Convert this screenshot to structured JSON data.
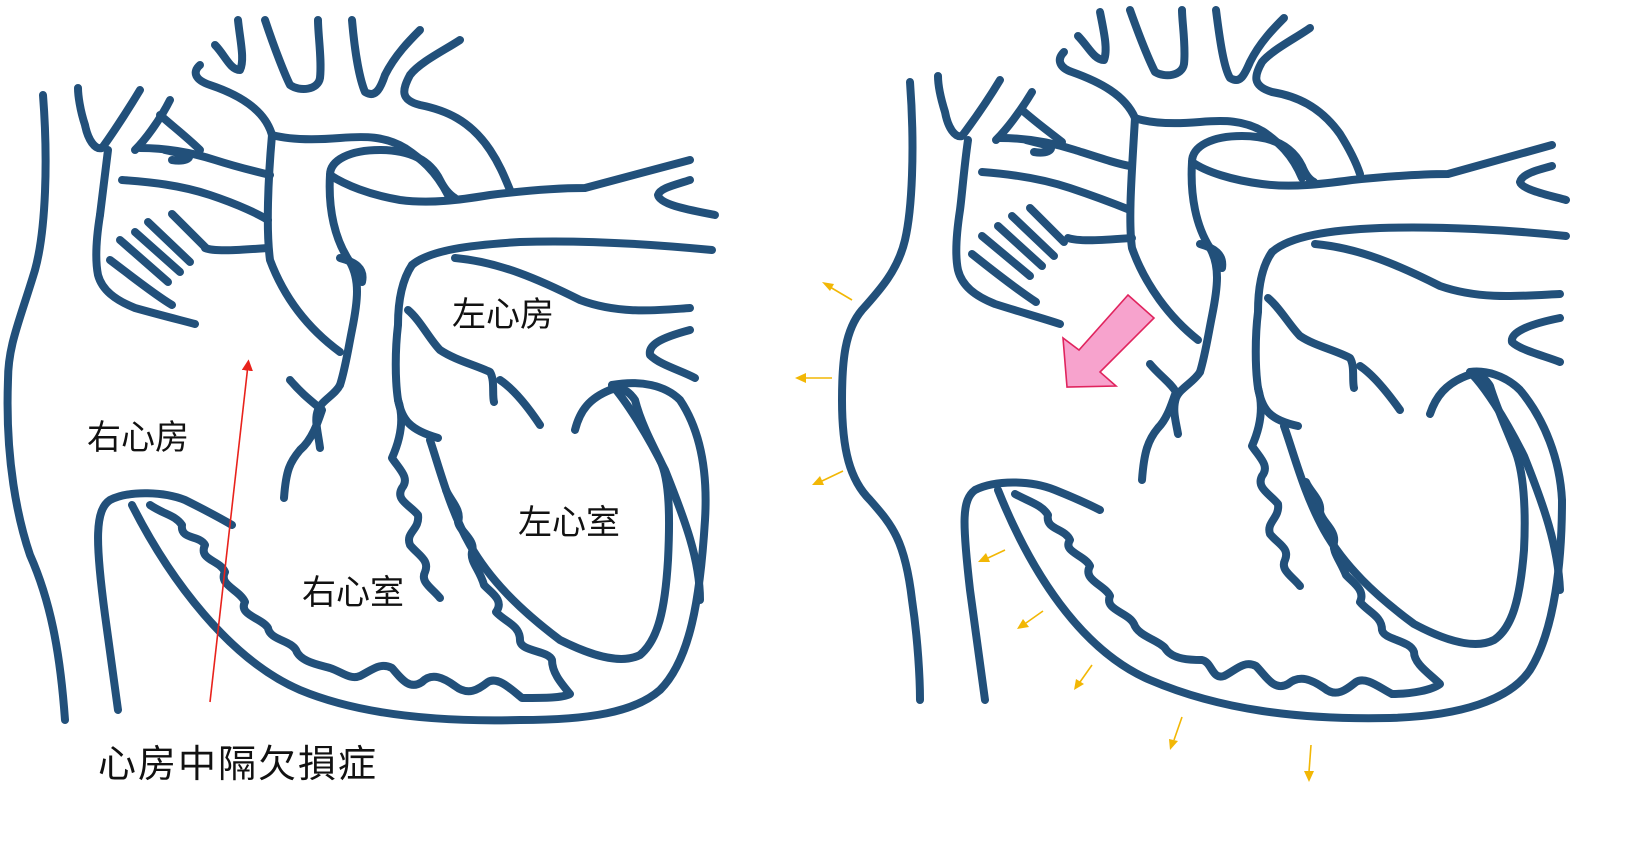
{
  "labels": {
    "left_atrium": "左心房",
    "right_atrium": "右心房",
    "left_ventricle": "左心室",
    "right_ventricle": "右心室",
    "caption": "心房中隔欠損症"
  },
  "colors": {
    "heart_outline": "#22507a",
    "septal_defect_arrow": "#e8221c",
    "shunt_arrow_fill": "#f7a3cd",
    "shunt_arrow_stroke": "#e0245e",
    "enlargement_arrows": "#f2b705"
  },
  "icons": {
    "heart_normal": "heart-outline-icon",
    "heart_enlarged": "enlarged-heart-outline-icon",
    "shunt": "shunt-arrow-icon",
    "enlargement": "small-arrow-icon"
  }
}
